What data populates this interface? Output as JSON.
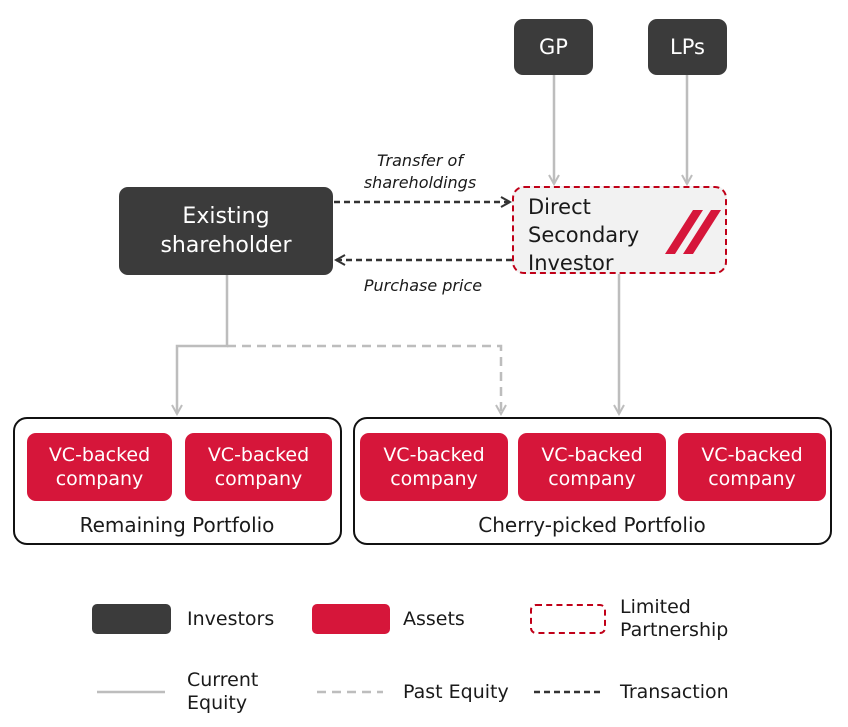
{
  "nodes": {
    "gp": "GP",
    "lps": "LPs",
    "existing_shareholder": [
      "Existing",
      "shareholder"
    ],
    "direct_secondary_investor": [
      "Direct",
      "Secondary",
      "Investor"
    ]
  },
  "arrows": {
    "transfer": [
      "Transfer of",
      "shareholdings"
    ],
    "purchase": "Purchase price"
  },
  "portfolios": {
    "remaining": {
      "label": "Remaining  Portfolio",
      "companies": [
        [
          "VC-backed",
          "company"
        ],
        [
          "VC-backed",
          "company"
        ]
      ]
    },
    "cherry": {
      "label": "Cherry-picked Portfolio",
      "companies": [
        [
          "VC-backed",
          "company"
        ],
        [
          "VC-backed",
          "company"
        ],
        [
          "VC-backed",
          "company"
        ]
      ]
    }
  },
  "legend": {
    "investors": "Investors",
    "assets": "Assets",
    "limited_partnership": [
      "Limited",
      "Partnership"
    ],
    "current_equity": [
      "Current",
      "Equity"
    ],
    "past_equity": "Past Equity",
    "transaction": "Transaction"
  },
  "colors": {
    "investor": "#3b3b3b",
    "asset": "#d6163a",
    "limited_partnership_border": "#c00018",
    "current_equity_line": "#bdbdbd",
    "past_equity_line": "#bdbdbd",
    "transaction_line": "#333333"
  }
}
